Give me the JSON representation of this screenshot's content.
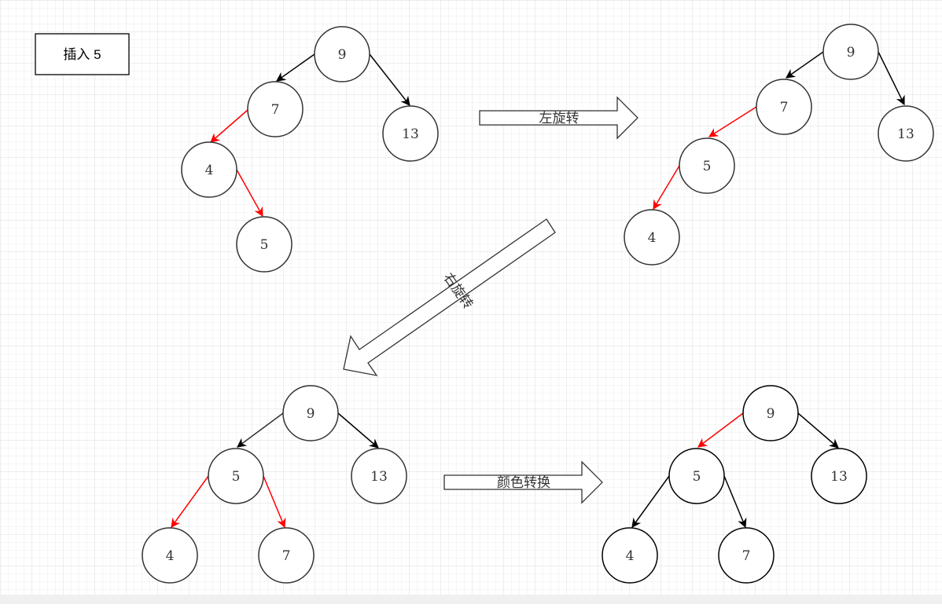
{
  "title": "插入 5",
  "arrows": {
    "left_rotate": "左旋转",
    "right_rotate": "右旋转",
    "color_flip": "颜色转换"
  },
  "trees": [
    {
      "name": "insert",
      "nodes": [
        {
          "id": "t1-9",
          "label": "9",
          "color": "#000000"
        },
        {
          "id": "t1-7",
          "label": "7",
          "color": "#000000"
        },
        {
          "id": "t1-13",
          "label": "13",
          "color": "#000000"
        },
        {
          "id": "t1-4",
          "label": "4",
          "color": "#000000"
        },
        {
          "id": "t1-5",
          "label": "5",
          "color": "#000000"
        }
      ],
      "edges": [
        {
          "from": "9",
          "to": "7",
          "color": "#000000"
        },
        {
          "from": "9",
          "to": "13",
          "color": "#000000"
        },
        {
          "from": "7",
          "to": "4",
          "color": "#ff0000"
        },
        {
          "from": "4",
          "to": "5",
          "color": "#ff0000"
        }
      ]
    },
    {
      "name": "after-left-rotate",
      "nodes": [
        {
          "id": "t2-9",
          "label": "9",
          "color": "#000000"
        },
        {
          "id": "t2-7",
          "label": "7",
          "color": "#000000"
        },
        {
          "id": "t2-13",
          "label": "13",
          "color": "#000000"
        },
        {
          "id": "t2-5",
          "label": "5",
          "color": "#000000"
        },
        {
          "id": "t2-4",
          "label": "4",
          "color": "#000000"
        }
      ],
      "edges": [
        {
          "from": "9",
          "to": "7",
          "color": "#000000"
        },
        {
          "from": "9",
          "to": "13",
          "color": "#000000"
        },
        {
          "from": "7",
          "to": "5",
          "color": "#ff0000"
        },
        {
          "from": "5",
          "to": "4",
          "color": "#ff0000"
        }
      ]
    },
    {
      "name": "after-right-rotate",
      "nodes": [
        {
          "id": "t3-9",
          "label": "9",
          "color": "#000000"
        },
        {
          "id": "t3-5",
          "label": "5",
          "color": "#000000"
        },
        {
          "id": "t3-13",
          "label": "13",
          "color": "#000000"
        },
        {
          "id": "t3-4",
          "label": "4",
          "color": "#000000"
        },
        {
          "id": "t3-7",
          "label": "7",
          "color": "#000000"
        }
      ],
      "edges": [
        {
          "from": "9",
          "to": "5",
          "color": "#000000"
        },
        {
          "from": "9",
          "to": "13",
          "color": "#000000"
        },
        {
          "from": "5",
          "to": "4",
          "color": "#ff0000"
        },
        {
          "from": "5",
          "to": "7",
          "color": "#ff0000"
        }
      ]
    },
    {
      "name": "after-color-flip",
      "nodes": [
        {
          "id": "t4-9",
          "label": "9",
          "color": "#000000"
        },
        {
          "id": "t4-5",
          "label": "5",
          "color": "#000000"
        },
        {
          "id": "t4-13",
          "label": "13",
          "color": "#000000"
        },
        {
          "id": "t4-4",
          "label": "4",
          "color": "#000000"
        },
        {
          "id": "t4-7",
          "label": "7",
          "color": "#000000"
        }
      ],
      "edges": [
        {
          "from": "9",
          "to": "5",
          "color": "#ff0000"
        },
        {
          "from": "9",
          "to": "13",
          "color": "#000000"
        },
        {
          "from": "5",
          "to": "4",
          "color": "#000000"
        },
        {
          "from": "5",
          "to": "7",
          "color": "#000000"
        }
      ]
    }
  ]
}
